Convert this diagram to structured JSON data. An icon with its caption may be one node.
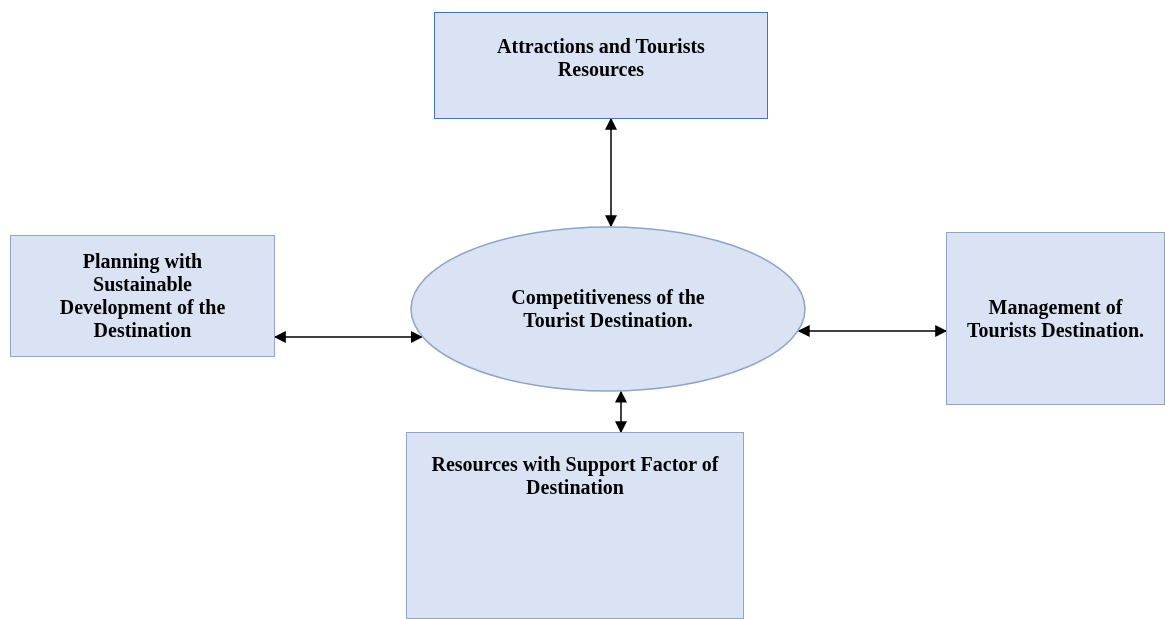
{
  "diagram": {
    "nodes": [
      {
        "text": [
          "Attractions and Tourists Resources"
        ]
      },
      {
        "text": [
          "Planning with Sustainable Development of the Destination"
        ]
      },
      {
        "text": [
          "Competitiveness of the Tourist Destination."
        ]
      },
      {
        "text": [
          "Management of Tourists Destination."
        ]
      },
      {
        "text": [
          "Resources with Support Factor of Destination"
        ]
      }
    ],
    "edges": [
      {
        "from": 0,
        "to": 2,
        "arrow": "both"
      },
      {
        "from": 1,
        "to": 2,
        "arrow": "both"
      },
      {
        "from": 2,
        "to": 3,
        "arrow": "both"
      },
      {
        "from": 2,
        "to": 4,
        "arrow": "both"
      }
    ]
  }
}
